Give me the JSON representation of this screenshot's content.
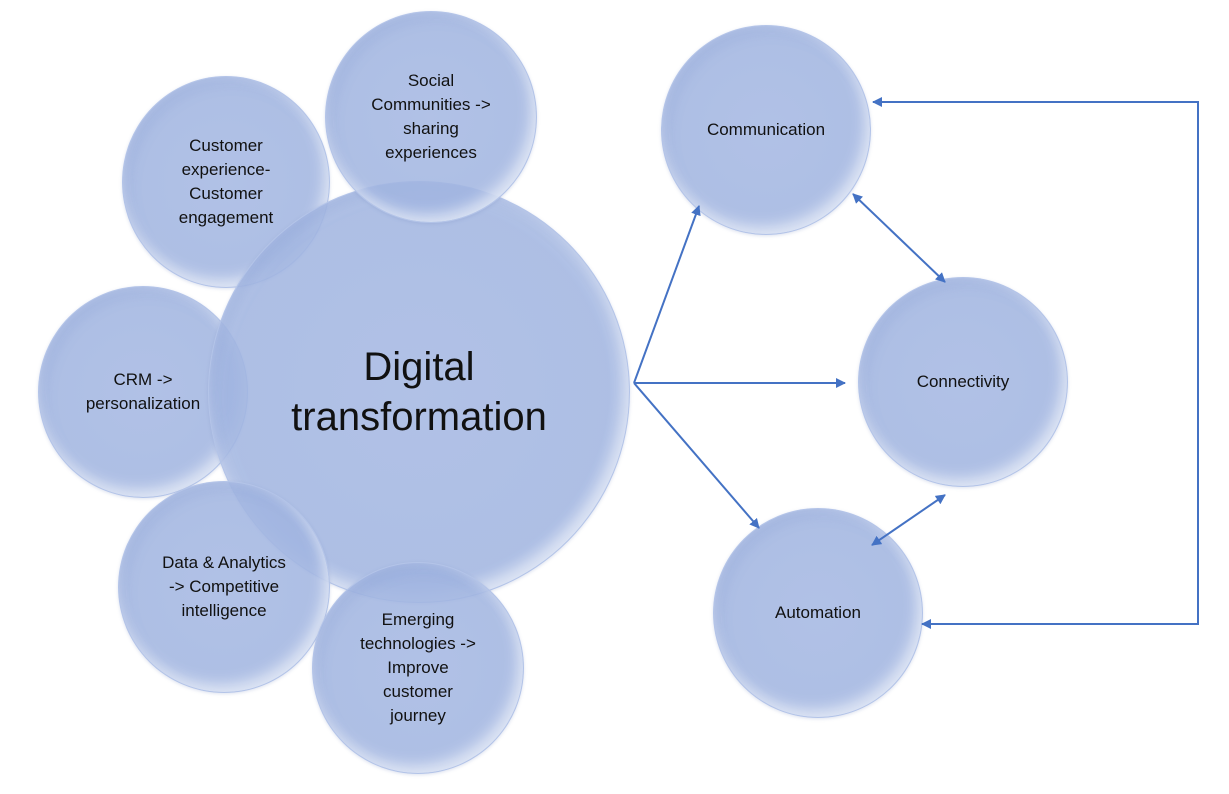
{
  "diagram": {
    "center": {
      "label": "Digital\ntransformation"
    },
    "petals": [
      {
        "id": "social",
        "label": "Social\nCommunities ->\nsharing\nexperiences"
      },
      {
        "id": "customer",
        "label": "Customer\nexperience-\nCustomer\nengagement"
      },
      {
        "id": "crm",
        "label": "CRM ->\npersonalization"
      },
      {
        "id": "data",
        "label": "Data & Analytics\n->  Competitive\nintelligence"
      },
      {
        "id": "emerging",
        "label": "Emerging\ntechnologies ->\nImprove\ncustomer\njourney"
      }
    ],
    "outcomes": [
      {
        "id": "communication",
        "label": "Communication"
      },
      {
        "id": "connectivity",
        "label": "Connectivity"
      },
      {
        "id": "automation",
        "label": "Automation"
      }
    ],
    "colors": {
      "bubble_fill": "#a2b7e2",
      "arrow": "#4472c4",
      "text": "#111111"
    }
  }
}
